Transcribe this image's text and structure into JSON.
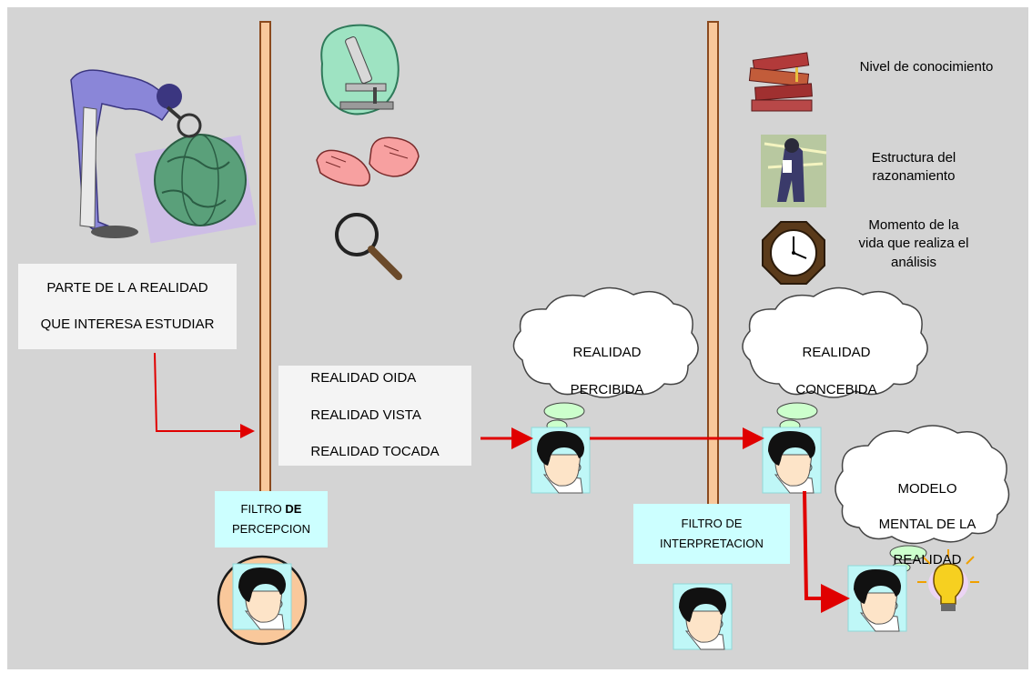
{
  "diagram": {
    "source_box": {
      "line1": "PARTE DE  L A REALIDAD",
      "line2": "QUE INTERESA ESTUDIAR"
    },
    "senses_box": {
      "line1": "REALIDAD OIDA",
      "line2": "REALIDAD VISTA",
      "line3": "REALIDAD TOCADA"
    },
    "filter_perception": {
      "prefix": "FILTRO ",
      "emphasis": "DE",
      "line2": "PERCEPCION"
    },
    "filter_interpretation": {
      "line1": "FILTRO DE",
      "line2": "INTERPRETACION"
    },
    "cloud_perceived": {
      "line1": "REALIDAD",
      "line2": "PERCIBIDA"
    },
    "cloud_conceived": {
      "line1": "REALIDAD",
      "line2": "CONCEBIDA"
    },
    "cloud_model": {
      "line1": "MODELO",
      "line2": "MENTAL DE LA",
      "line3": "REALIDAD"
    },
    "factors": [
      {
        "text": "Nivel de conocimiento",
        "icon": "books-icon"
      },
      {
        "text": "Estructura del\nrazonamiento",
        "icon": "thinker-icon"
      },
      {
        "text": "Momento de la\nvida que realiza el\nanálisis",
        "icon": "clock-icon"
      }
    ],
    "sense_icons": [
      "microscope-icon",
      "hands-icon",
      "magnifier-icon"
    ],
    "colors": {
      "background": "#d4d4d4",
      "box": "#f4f4f4",
      "filter_box": "#ccffff",
      "filter_bar": "#f9c89b",
      "filter_bar_border": "#8b4a1e",
      "arrow": "#e00000",
      "lens_circle": "#f9c89b"
    }
  }
}
